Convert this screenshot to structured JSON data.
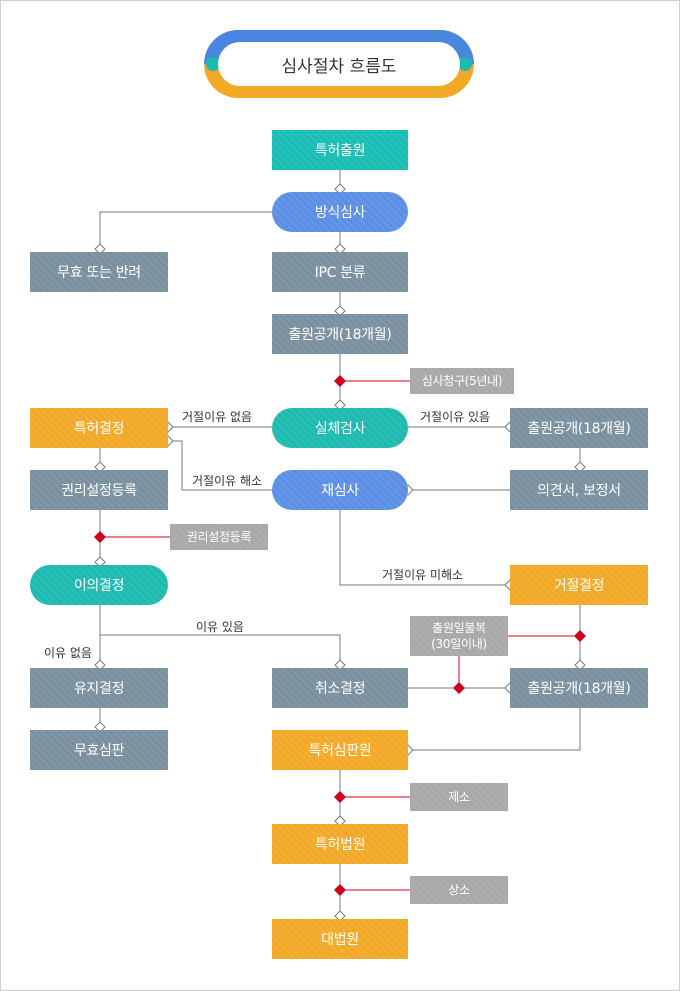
{
  "title": "심사절차 흐름도",
  "nodes": {
    "patent_application": "특허출원",
    "formal_exam": "방식심사",
    "invalid_return": "무효 또는 반려",
    "ipc": "IPC 분류",
    "publication1": "출원공개(18개월)",
    "exam_request": "심사청구(5년내)",
    "substantive_exam": "실체검사",
    "grant_decision": "특허결정",
    "publication2": "출원공개(18개월)",
    "registration": "권리설정등록",
    "reexam": "재심사",
    "opinion": "의견서, 보정서",
    "registration_note": "권리설정등록",
    "opposition": "이의결정",
    "rejection": "거절결정",
    "appeal_note": "출원일불복\n(30일이내)",
    "maintain": "유지결정",
    "revoke": "취소결정",
    "publication3": "출원공개(18개월)",
    "invalid_trial": "무효심판",
    "patent_trial": "특허심판원",
    "filing_note": "제소",
    "patent_court": "특허법원",
    "appeal_court_note": "상소",
    "supreme_court": "대법원"
  },
  "labels": {
    "no_rejection": "거절이유 없음",
    "rejection_exists": "거절이유 있음",
    "rejection_resolved": "거절이유 해소",
    "rejection_unresolved": "거절이유 미해소",
    "no_reason": "이유 없음",
    "reason_exists": "이유 있음"
  },
  "colors": {
    "gray": "#7a909f",
    "teal": "#19bdb3",
    "blue": "#5b8fe5",
    "orange": "#f2a928",
    "note": "#a8a8a8",
    "connector_red": "#d0021b",
    "line": "#7a7a7a"
  }
}
